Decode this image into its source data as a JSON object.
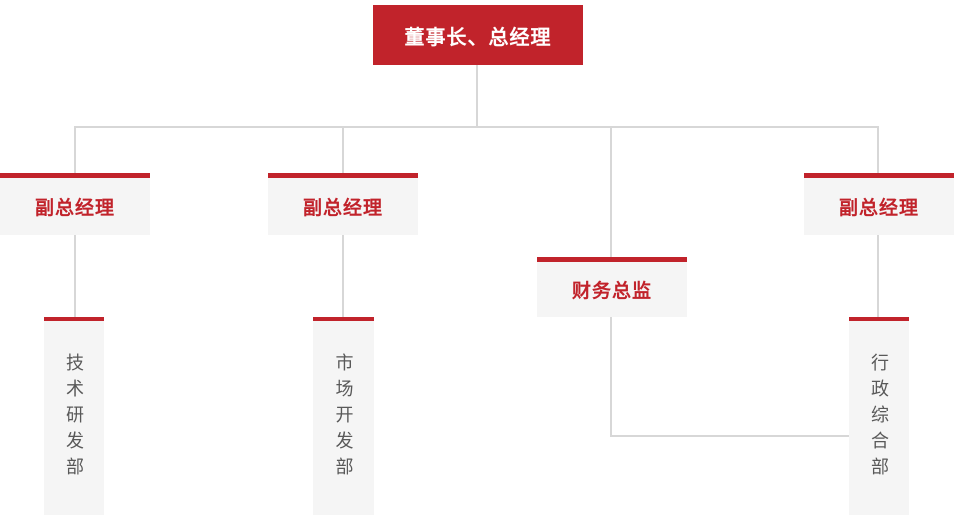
{
  "org_chart": {
    "root": {
      "label": "董事长、总经理"
    },
    "managers": [
      {
        "label": "副总经理"
      },
      {
        "label": "副总经理"
      },
      {
        "label": "财务总监"
      },
      {
        "label": "副总经理"
      }
    ],
    "departments": [
      {
        "label": "技术研发部"
      },
      {
        "label": "市场开发部"
      },
      {
        "label": "行政综合部"
      }
    ],
    "colors": {
      "accent_red": "#c1232b",
      "node_background": "#f5f5f5",
      "connector_gray": "#d7d7d7",
      "department_text": "#595959",
      "root_text": "#ffffff"
    }
  }
}
